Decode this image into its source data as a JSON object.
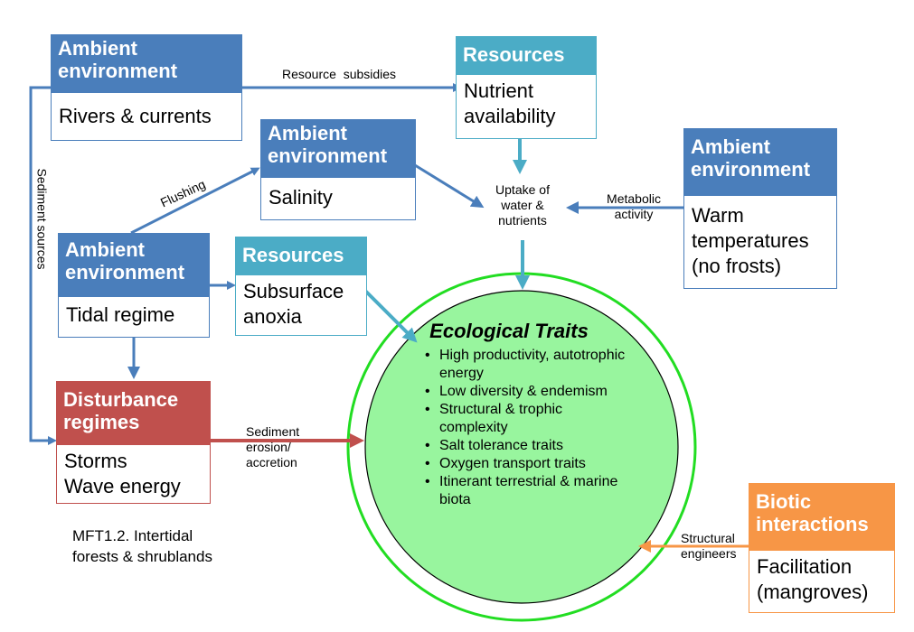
{
  "boxes": {
    "ambient_rivers": {
      "header": "Ambient environment",
      "body": "Rivers & currents"
    },
    "resources_nutrients": {
      "header": "Resources",
      "body": "Nutrient availability"
    },
    "ambient_salinity": {
      "header": "Ambient environment",
      "body": "Salinity"
    },
    "ambient_warm": {
      "header": "Ambient environment",
      "body_line1": "Warm",
      "body_line2": "temperatures",
      "body_line3": "(no frosts)"
    },
    "ambient_tidal": {
      "header": "Ambient environment",
      "body": "Tidal regime"
    },
    "resources_anoxia": {
      "header": "Resources",
      "body": "Subsurface anoxia"
    },
    "disturbance": {
      "header": "Disturbance regimes",
      "body_line1": "Storms",
      "body_line2": "Wave energy"
    },
    "biotic": {
      "header": "Biotic interactions",
      "body": "Facilitation (mangroves)"
    }
  },
  "arrow_labels": {
    "resource_subsidies": "Resource  subsidies",
    "sediment_sources": "Sediment sources",
    "flushing": "Flushing",
    "uptake_line1": "Uptake of",
    "uptake_line2": "water &",
    "uptake_line3": "nutrients",
    "metabolic_line1": "Metabolic",
    "metabolic_line2": "activity",
    "sediment_line1": "Sediment",
    "sediment_line2": "erosion/",
    "sediment_line3": "accretion",
    "structural_line1": "Structural",
    "structural_line2": "engineers"
  },
  "traits": {
    "title": "Ecological Traits",
    "items": [
      "High productivity, autotrophic energy",
      "Low diversity & endemism",
      "Structural & trophic complexity",
      "Salt tolerance traits",
      "Oxygen transport traits",
      "Itinerant terrestrial & marine biota"
    ]
  },
  "caption": {
    "line1": "MFT1.2. Intertidal",
    "line2": "forests & shrublands"
  },
  "colors": {
    "ambient": "#4a7ebb",
    "resources": "#4bacc6",
    "disturbance": "#c0504d",
    "biotic": "#f79646",
    "circle_fill": "#98f59e",
    "circle_border": "#22dd22"
  }
}
